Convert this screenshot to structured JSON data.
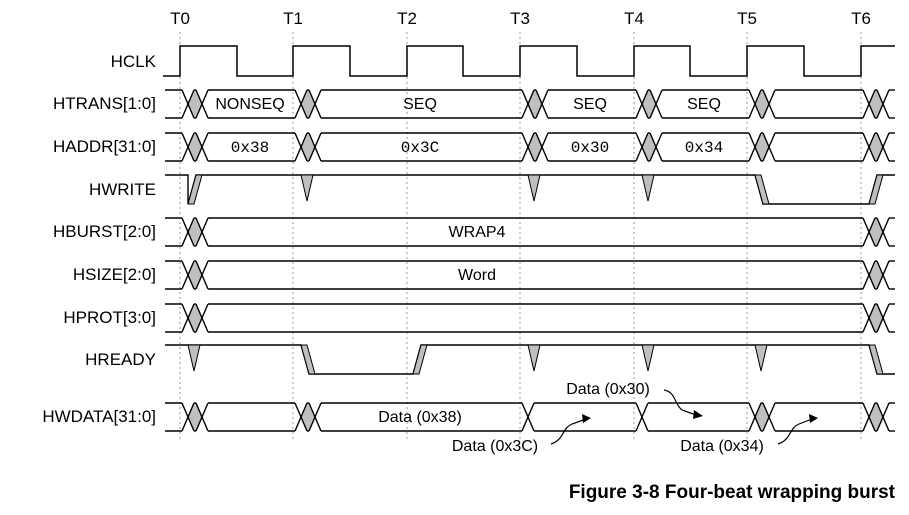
{
  "caption": "Figure 3-8 Four-beat wrapping burst",
  "colors": {
    "line": "#000000",
    "shade": "#bfbfbf",
    "guide": "#9a9a9a"
  },
  "clock_edges": [
    "T0",
    "T1",
    "T2",
    "T3",
    "T4",
    "T5",
    "T6"
  ],
  "signals": [
    {
      "name": "HCLK"
    },
    {
      "name": "HTRANS[1:0]",
      "values": [
        "NONSEQ",
        "SEQ",
        "SEQ",
        "SEQ"
      ]
    },
    {
      "name": "HADDR[31:0]",
      "values": [
        "0x38",
        "0x3C",
        "0x30",
        "0x34"
      ]
    },
    {
      "name": "HWRITE"
    },
    {
      "name": "HBURST[2:0]",
      "values": [
        "WRAP4"
      ]
    },
    {
      "name": "HSIZE[2:0]",
      "values": [
        "Word"
      ]
    },
    {
      "name": "HPROT[3:0]"
    },
    {
      "name": "HREADY"
    },
    {
      "name": "HWDATA[31:0]",
      "values": [
        "Data (0x38)"
      ]
    }
  ],
  "data_annotations": [
    "Data (0x3C)",
    "Data (0x30)",
    "Data (0x34)"
  ]
}
